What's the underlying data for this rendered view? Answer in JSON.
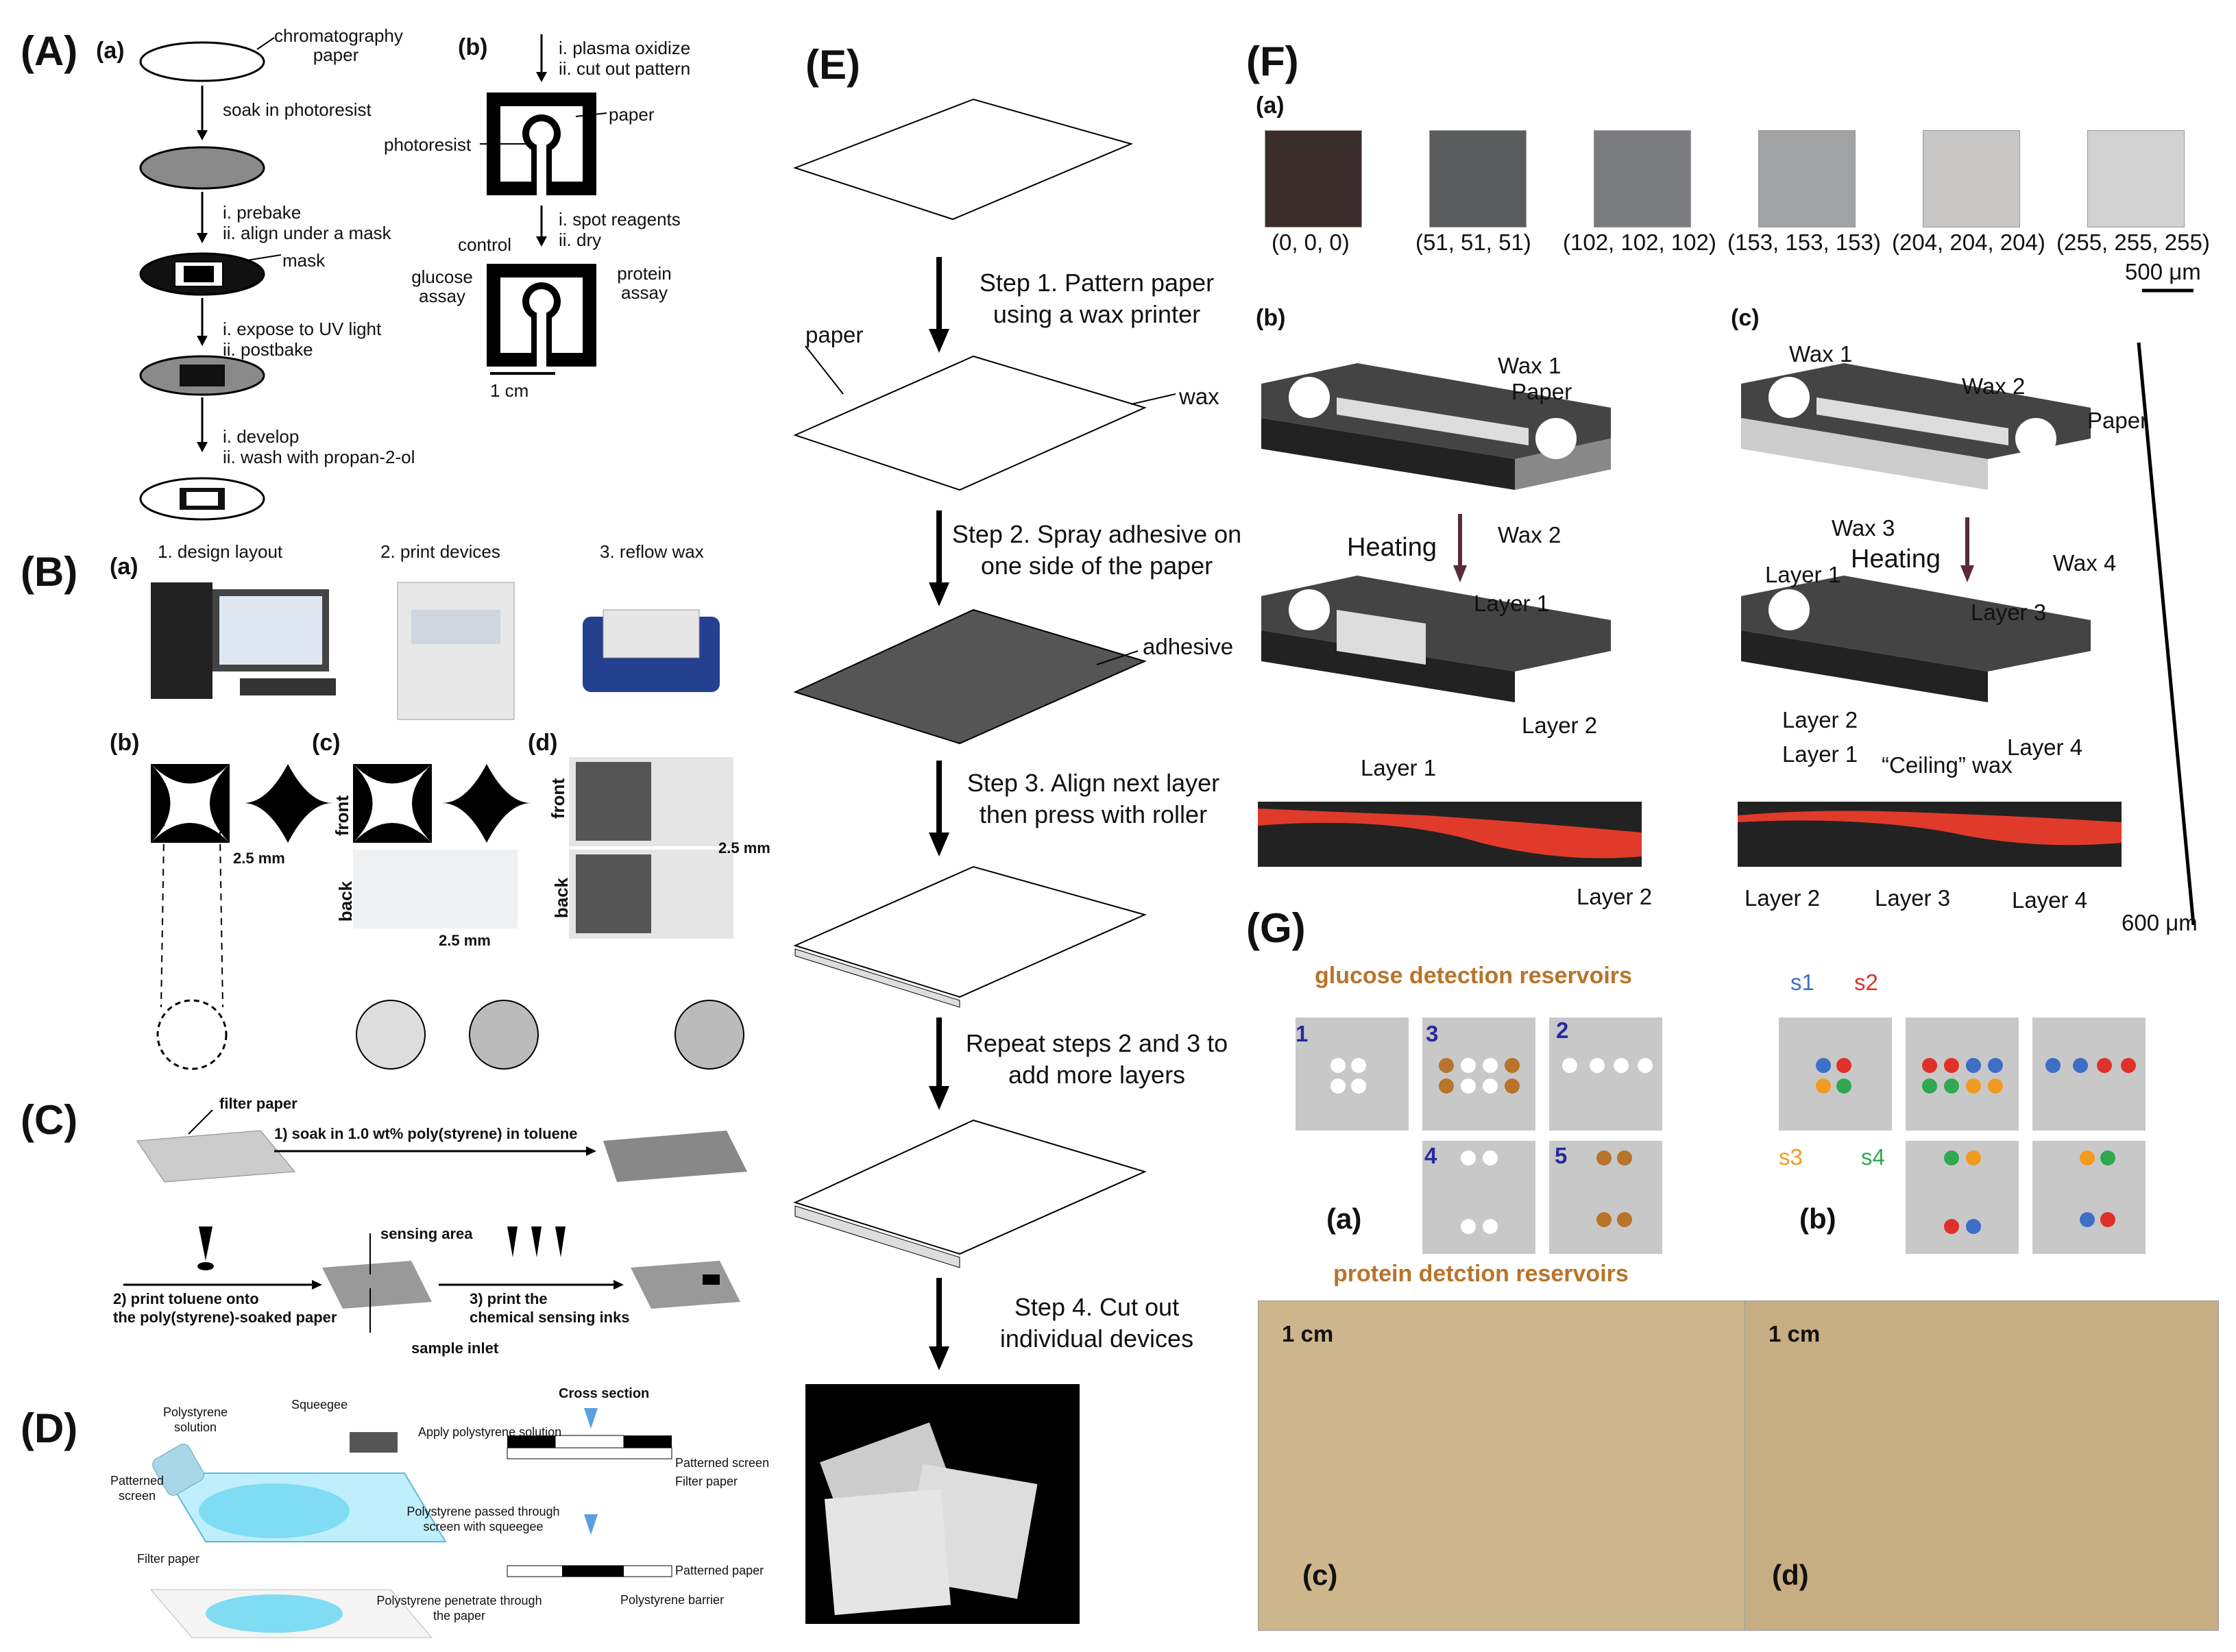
{
  "panels": {
    "A": {
      "label": "(A)",
      "a": {
        "label": "(a)",
        "chromatography_paper": "chromatography paper",
        "soak": "soak in photoresist",
        "prebake": "i. prebake",
        "align": "ii. align under a mask",
        "mask": "mask",
        "uv": "i. expose to UV light",
        "postbake": "ii. postbake",
        "develop": "i. develop",
        "wash": "ii. wash with propan-2-ol"
      },
      "b": {
        "label": "(b)",
        "plasma": "i. plasma oxidize",
        "cutout": "ii. cut out pattern",
        "paper": "paper",
        "photoresist": "photoresist",
        "spot": "i. spot reagents",
        "dry": "ii. dry",
        "control": "control",
        "glucose": "glucose assay",
        "protein": "protein assay",
        "scale": "1 cm"
      }
    },
    "B": {
      "label": "(B)",
      "a_label": "(a)",
      "step1": "1. design layout",
      "step2": "2. print devices",
      "step3": "3. reflow wax",
      "b_label": "(b)",
      "c_label": "(c)",
      "d_label": "(d)",
      "scale_b": "2.5 mm",
      "scale_c": "2.5 mm",
      "scale_d": "2.5 mm",
      "front": "front",
      "back": "back"
    },
    "C": {
      "label": "(C)",
      "filter_paper": "filter paper",
      "step1": "1) soak in 1.0 wt% poly(styrene) in toluene",
      "step2a": "2) print toluene onto",
      "step2b": "the poly(styrene)-soaked paper",
      "sensing_area": "sensing area",
      "step3a": "3) print the",
      "step3b": "chemical sensing inks",
      "sample_inlet": "sample inlet"
    },
    "D": {
      "label": "(D)",
      "polystyrene_solution": "Polystyrene solution",
      "squeegee": "Squeegee",
      "cross_section": "Cross section",
      "apply": "Apply polystyrene solution",
      "patterned_screen_left": "Patterned screen",
      "patterned_screen": "Patterned screen",
      "filter_paper_right": "Filter paper",
      "passed": "Polystyrene passed through screen with squeegee",
      "filter_paper": "Filter paper",
      "patterned_paper": "Patterned paper",
      "penetrate": "Polystyrene penetrate through the paper",
      "barrier": "Polystyrene barrier"
    },
    "E": {
      "label": "(E)",
      "step1": "Step 1. Pattern paper using a wax printer",
      "paper": "paper",
      "wax": "wax",
      "step2": "Step 2. Spray adhesive on one side of the paper",
      "adhesive": "adhesive",
      "step3": "Step 3. Align next layer then press with roller",
      "repeat": "Repeat steps 2 and 3 to add more layers",
      "step4": "Step 4. Cut out individual devices"
    },
    "F": {
      "label": "(F)",
      "a_label": "(a)",
      "swatches": [
        "(0, 0, 0)",
        "(51, 51, 51)",
        "(102, 102, 102)",
        "(153, 153, 153)",
        "(204, 204, 204)",
        "(255, 255, 255)"
      ],
      "scale_a": "500 μm",
      "b_label": "(b)",
      "b_wax1": "Wax 1",
      "b_paper": "Paper",
      "b_wax2": "Wax 2",
      "b_heating": "Heating",
      "b_layer1": "Layer 1",
      "b_layer2": "Layer 2",
      "b_layer1_bottom": "Layer 1",
      "b_layer2_bottom": "Layer 2",
      "c_label": "(c)",
      "c_wax1": "Wax 1",
      "c_wax2": "Wax 2",
      "c_paper": "Paper",
      "c_wax3": "Wax 3",
      "c_heating": "Heating",
      "c_wax4": "Wax  4",
      "c_layer1": "Layer 1",
      "c_layer3": "Layer 3",
      "c_layer2": "Layer 2",
      "c_layer4": "Layer 4",
      "c_layer1_bottom": "Layer 1",
      "c_ceiling": "“Ceiling” wax",
      "c_layer2_bottom": "Layer 2",
      "c_layer3_bottom": "Layer 3",
      "c_layer4_bottom": "Layer 4",
      "scale_c": "600 μm"
    },
    "G": {
      "label": "(G)",
      "glucose": "glucose detection reservoirs",
      "protein": "protein detction reservoirs",
      "a_label": "(a)",
      "b_label": "(b)",
      "c_label": "(c)",
      "d_label": "(d)",
      "n1": "1",
      "n2": "2",
      "n3": "3",
      "n4": "4",
      "n5": "5",
      "s1": "s1",
      "s2": "s2",
      "s3": "s3",
      "s4": "s4",
      "scale_c": "1 cm",
      "scale_d": "1 cm"
    }
  },
  "colors": {
    "orange_brown": "#b8742a",
    "blue": "#3e6fc7",
    "red": "#e0302a",
    "orange": "#f29a1f",
    "green": "#2fa84f",
    "gray_tile": "#c8c8c8",
    "cyan": "#7fdcf2"
  }
}
